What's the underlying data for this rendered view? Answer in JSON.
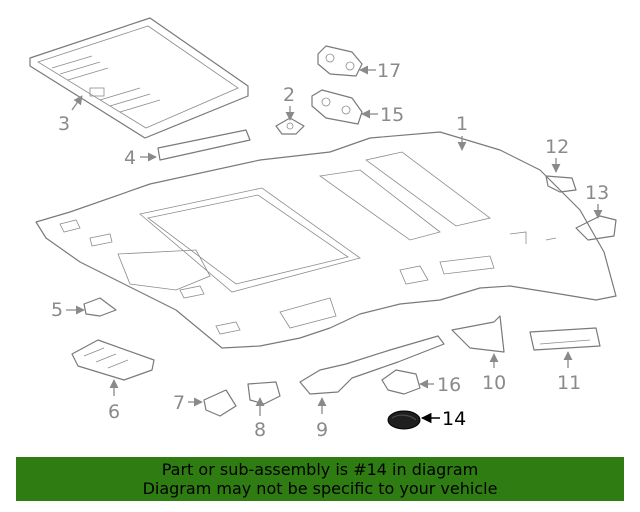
{
  "callouts": {
    "c1": "1",
    "c2": "2",
    "c3": "3",
    "c4": "4",
    "c5": "5",
    "c6": "6",
    "c7": "7",
    "c8": "8",
    "c9": "9",
    "c10": "10",
    "c11": "11",
    "c12": "12",
    "c13": "13",
    "c14": "14",
    "c15": "15",
    "c16": "16",
    "c17": "17"
  },
  "highlighted_part": "14",
  "banner": {
    "line1": "Part or sub-assembly is #14 in diagram",
    "line2": "Diagram may not be specific to your vehicle",
    "background_color": "#2f7d12"
  }
}
